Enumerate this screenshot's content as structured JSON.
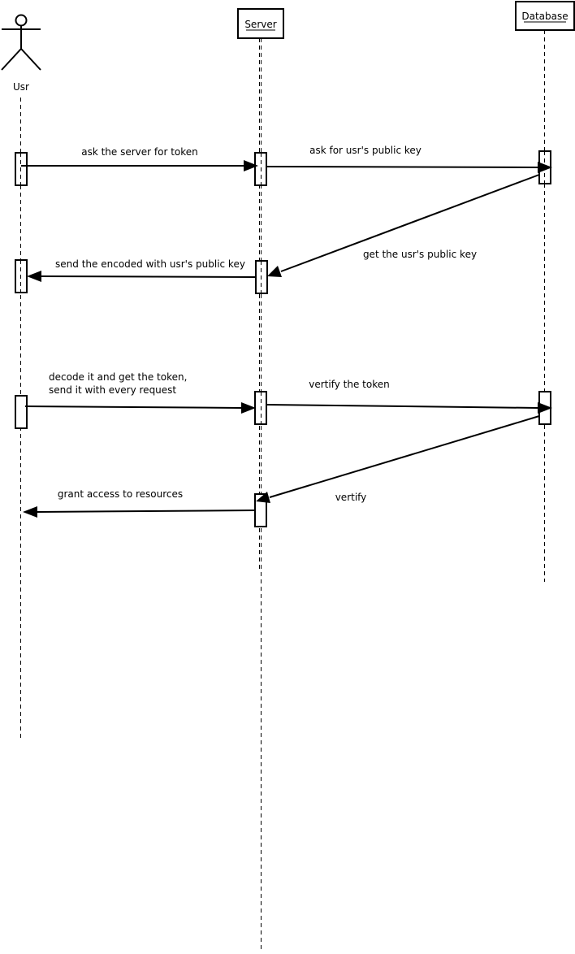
{
  "participants": {
    "usr": {
      "name": "Usr",
      "kind": "actor"
    },
    "server": {
      "name": "Server",
      "kind": "object"
    },
    "database": {
      "name": "Database",
      "kind": "object"
    }
  },
  "messages": [
    {
      "from": "usr",
      "to": "server",
      "label": [
        "ask the server for token"
      ]
    },
    {
      "from": "server",
      "to": "database",
      "label": [
        "ask for usr's public key"
      ]
    },
    {
      "from": "database",
      "to": "server",
      "label": [
        "get the usr's public key"
      ]
    },
    {
      "from": "server",
      "to": "usr",
      "label": [
        "send the encoded with usr's public key"
      ]
    },
    {
      "from": "usr",
      "to": "server",
      "label": [
        "decode it and get the token,",
        "send it with every request"
      ]
    },
    {
      "from": "server",
      "to": "database",
      "label": [
        "vertify the token"
      ]
    },
    {
      "from": "database",
      "to": "server",
      "label": [
        "vertify"
      ]
    },
    {
      "from": "server",
      "to": "usr",
      "label": [
        "grant access to resources"
      ]
    }
  ]
}
